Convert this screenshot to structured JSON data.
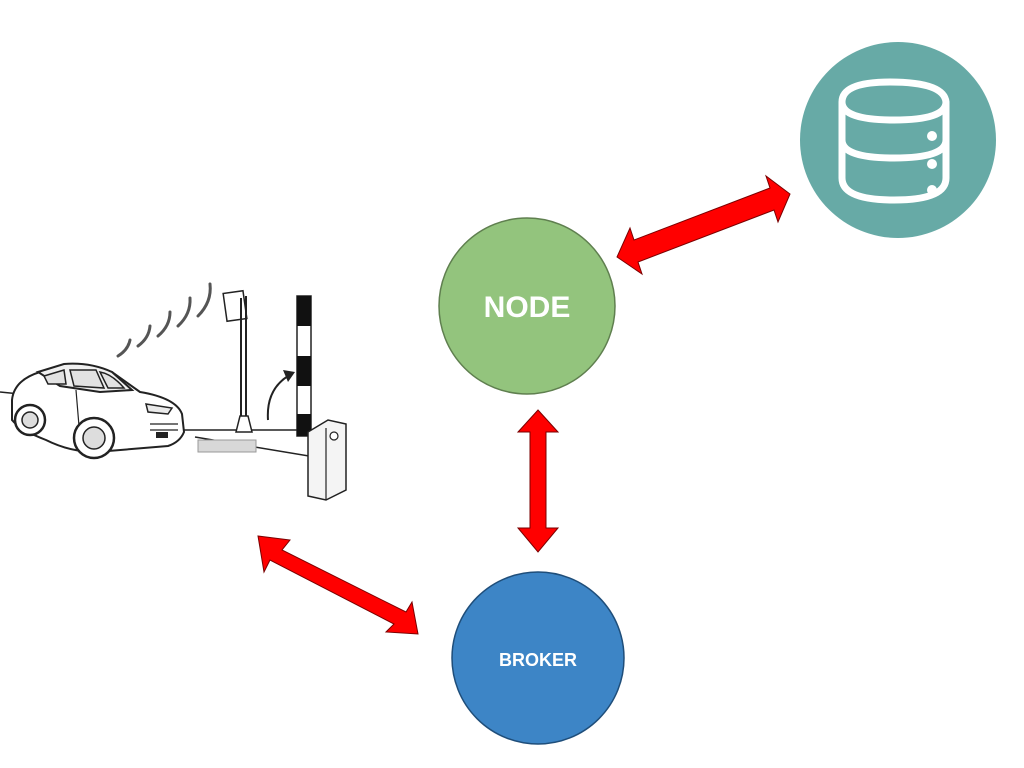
{
  "diagram": {
    "nodes": {
      "node": {
        "label": "NODE",
        "fill": "#93c47d",
        "stroke": "#5f7f4f"
      },
      "broker": {
        "label": "BROKER",
        "fill": "#3d85c6",
        "stroke": "#1f4e7a"
      },
      "database": {
        "icon": "database-icon",
        "fill": "#67aaa6"
      },
      "parking": {
        "icon": "car-at-rfid-barrier-illustration"
      }
    },
    "connections": [
      {
        "from": "node",
        "to": "database",
        "type": "bidirectional",
        "color": "#ff0000"
      },
      {
        "from": "node",
        "to": "broker",
        "type": "bidirectional",
        "color": "#ff0000"
      },
      {
        "from": "broker",
        "to": "parking",
        "type": "bidirectional",
        "color": "#ff0000"
      }
    ]
  }
}
